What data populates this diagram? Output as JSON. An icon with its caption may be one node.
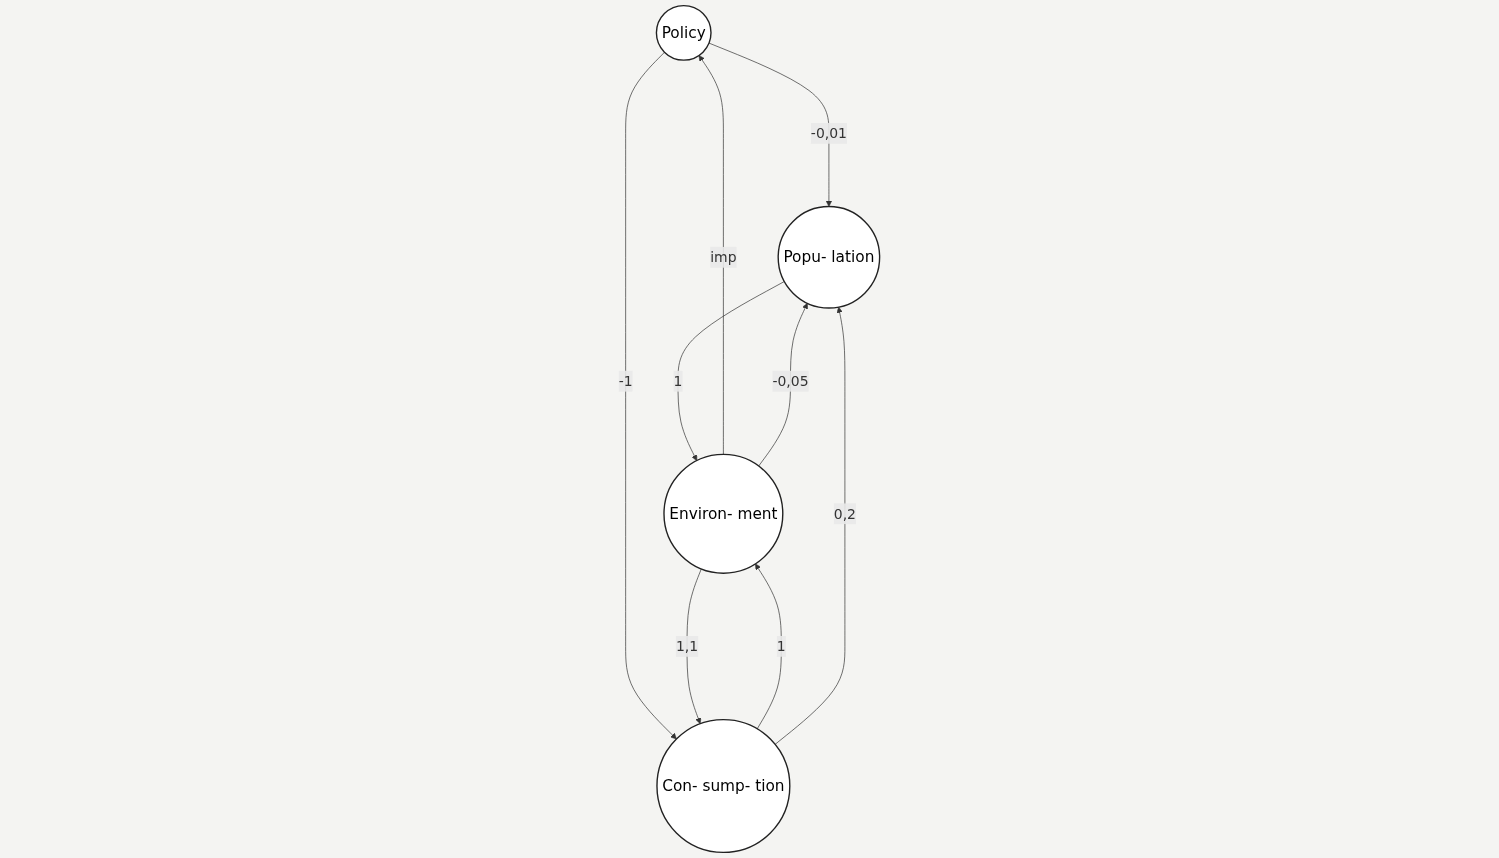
{
  "diagram": {
    "nodes": [
      {
        "text": [
          "Policy"
        ]
      },
      {
        "text": [
          "Popu- lation"
        ]
      },
      {
        "text": [
          "Environ- ment"
        ]
      },
      {
        "text": [
          "Con- sump- tion"
        ]
      }
    ],
    "edges": [
      {
        "from": 0,
        "to": 1,
        "arrow": "to",
        "label": "-0,01"
      },
      {
        "from": 0,
        "to": 3,
        "arrow": "to",
        "label": "-1"
      },
      {
        "from": 2,
        "to": 0,
        "arrow": "to",
        "label": "imp"
      },
      {
        "from": 1,
        "to": 2,
        "arrow": "to",
        "label": "1"
      },
      {
        "from": 3,
        "to": 2,
        "arrow": "to",
        "label": "1"
      },
      {
        "from": 2,
        "to": 1,
        "arrow": "to",
        "label": "-0,05"
      },
      {
        "from": 2,
        "to": 3,
        "arrow": "to",
        "label": "1,1"
      },
      {
        "from": 3,
        "to": 1,
        "arrow": "to",
        "label": "0,2"
      }
    ]
  }
}
